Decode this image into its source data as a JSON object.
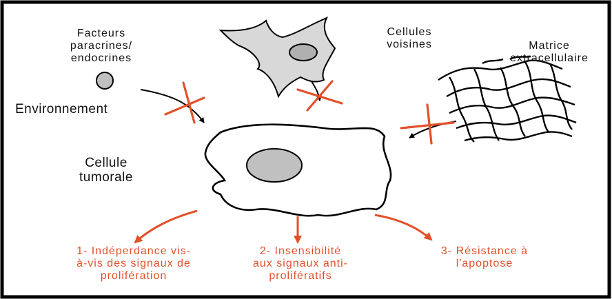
{
  "labels": {
    "paracrine": [
      "Facteurs",
      "paracrines/",
      "endocrines"
    ],
    "neighbors": [
      "Cellules",
      "voisines"
    ],
    "matrix": [
      "Matrice",
      "extracellulaire"
    ],
    "environment": "Environnement",
    "tumor": [
      "Cellule",
      "tumorale"
    ]
  },
  "outcomes": [
    [
      "1- Indéperdance vis-",
      "à-vis des signaux de",
      "prolifération"
    ],
    [
      "2- Insensibilité",
      "aux signaux anti-",
      "prolifératifs"
    ],
    [
      "3- Résistance à",
      "l'apoptose"
    ]
  ],
  "colors": {
    "accent": "#e2502a",
    "cell_fill": "#bfbfbf",
    "neighbor_fill": "#d8d8d8",
    "frame": "#000000"
  }
}
